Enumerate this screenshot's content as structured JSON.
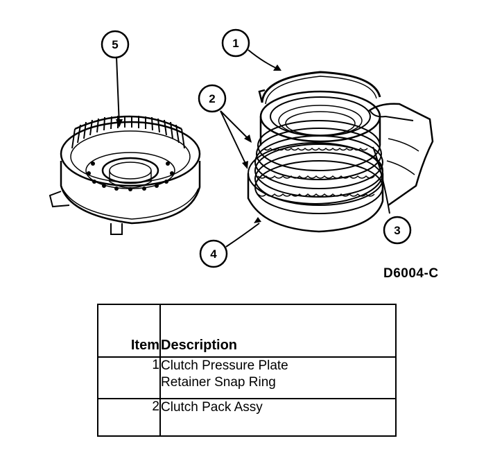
{
  "figure": {
    "callouts": [
      {
        "number": "1"
      },
      {
        "number": "2"
      },
      {
        "number": "3"
      },
      {
        "number": "4"
      },
      {
        "number": "5"
      }
    ],
    "code": "D6004-C"
  },
  "legend": {
    "header_item": "Item",
    "header_description": "Description",
    "rows": [
      {
        "item": "1",
        "description_lines": [
          "Clutch Pressure Plate",
          "Retainer Snap Ring"
        ]
      },
      {
        "item": "2",
        "description_lines": [
          "Clutch Pack Assy"
        ]
      }
    ]
  }
}
